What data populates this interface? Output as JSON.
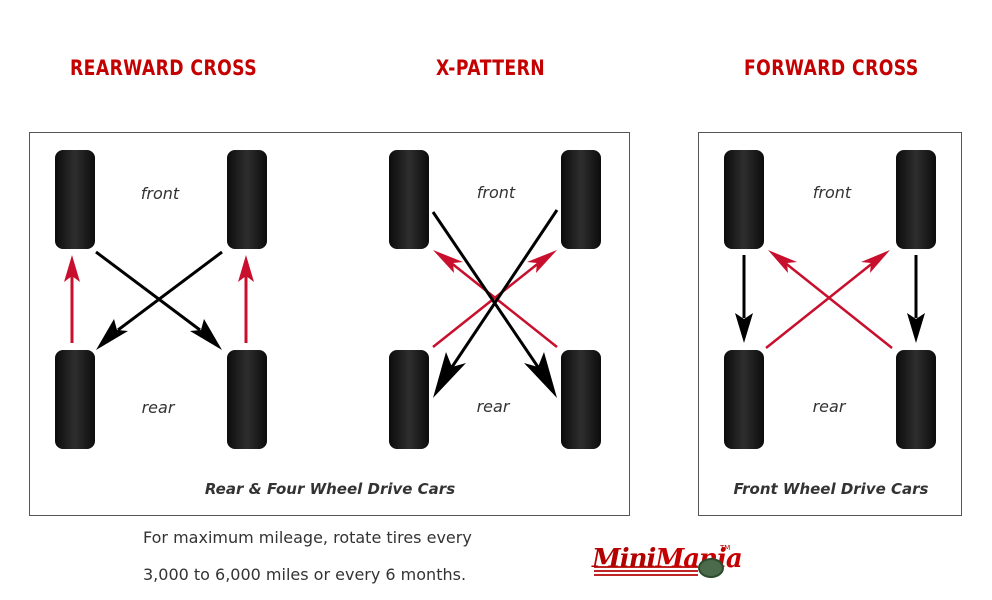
{
  "titles": {
    "rearward_cross": "REARWARD CROSS",
    "x_pattern": "X-PATTERN",
    "forward_cross": "FORWARD CROSS"
  },
  "labels": {
    "front": "front",
    "rear": "rear"
  },
  "captions": {
    "rear_four_wheel": "Rear & Four Wheel Drive Cars",
    "front_wheel": "Front Wheel Drive Cars"
  },
  "note": {
    "line1": "For maximum mileage, rotate tires every",
    "line2": "3,000 to 6,000 miles or every 6 months."
  },
  "logo": {
    "text_part1": "Mini",
    "text_part2": "Mania",
    "tm": "TM",
    "badge_icon": "wreath-badge-icon"
  },
  "colors": {
    "title_red": "#c40000",
    "arrow_red": "#c8102e",
    "arrow_black": "#000000",
    "tire": "#1e1e1e"
  }
}
